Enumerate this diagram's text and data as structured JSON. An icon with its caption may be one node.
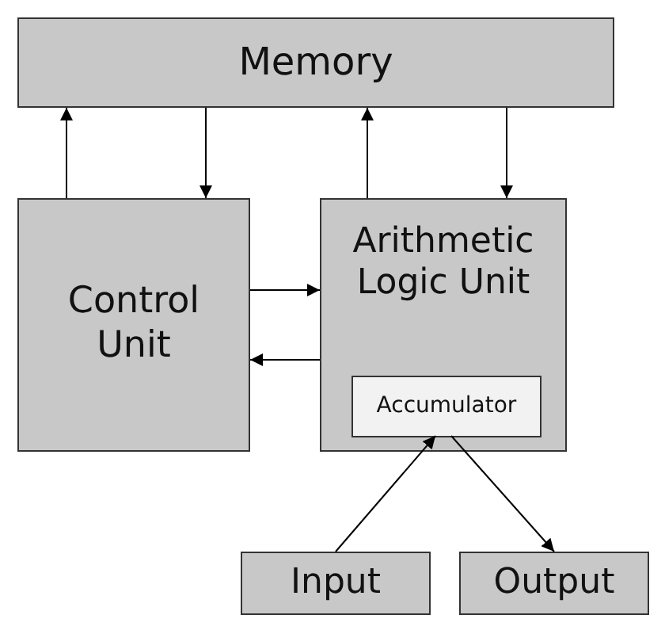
{
  "diagram": {
    "nodes": [
      {
        "text": [
          "Memory"
        ]
      },
      {
        "text": [
          "Control Unit"
        ]
      },
      {
        "text": [
          "Arithmetic Logic Unit"
        ]
      },
      {
        "text": [
          "Accumulator"
        ],
        "in": 2
      },
      {
        "text": [
          "Input"
        ]
      },
      {
        "text": [
          "Output"
        ]
      }
    ],
    "edges": [
      {
        "from": 1,
        "to": 0,
        "arrow": "to"
      },
      {
        "from": 0,
        "to": 1,
        "arrow": "to"
      },
      {
        "from": 2,
        "to": 0,
        "arrow": "to"
      },
      {
        "from": 0,
        "to": 2,
        "arrow": "to"
      },
      {
        "from": 1,
        "to": 2,
        "arrow": "to"
      },
      {
        "from": 2,
        "to": 1,
        "arrow": "to"
      },
      {
        "from": 4,
        "to": 3,
        "arrow": "to"
      },
      {
        "from": 3,
        "to": 5,
        "arrow": "to"
      }
    ]
  }
}
